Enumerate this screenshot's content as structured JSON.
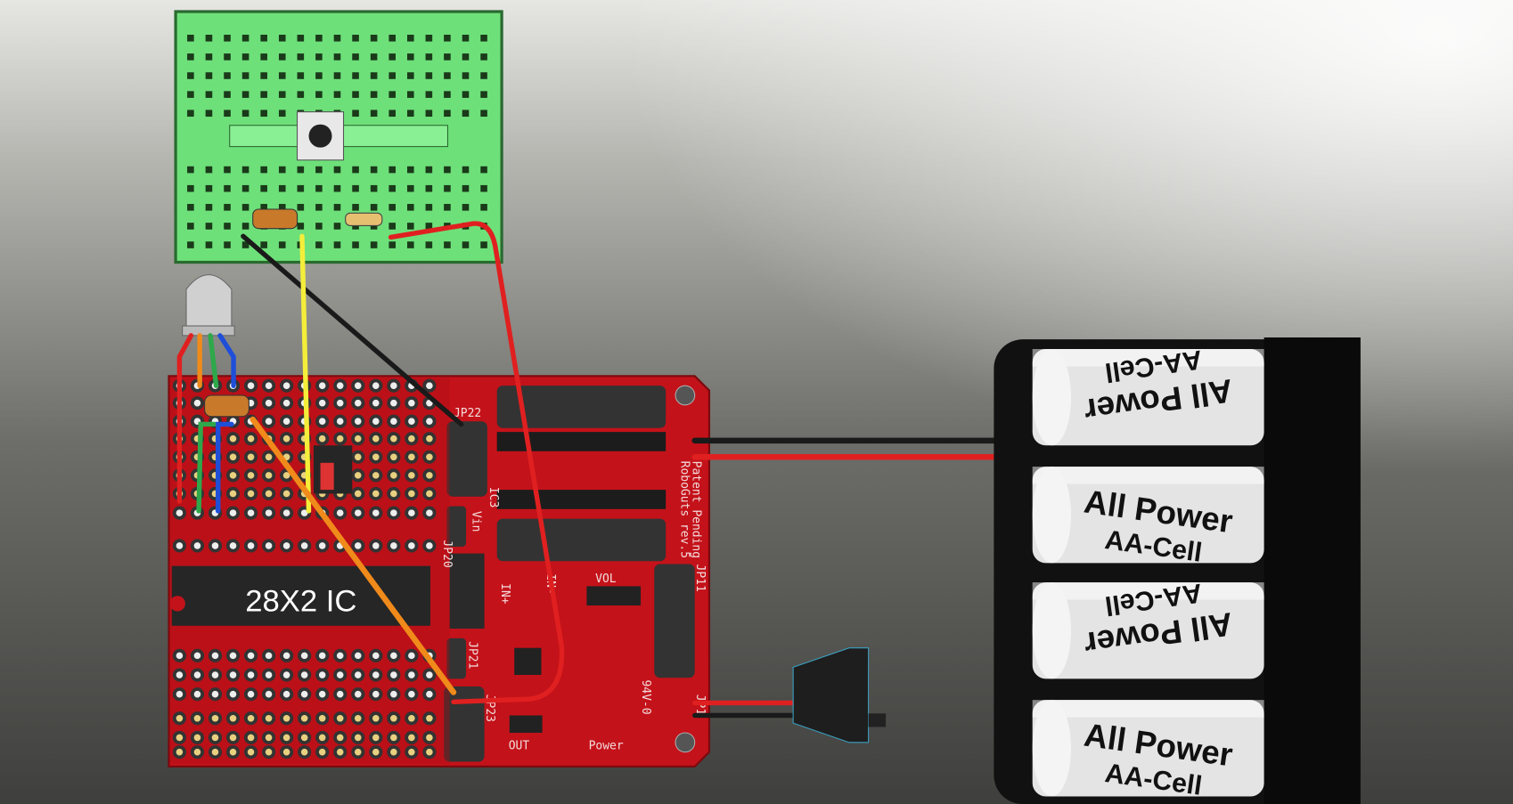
{
  "board": {
    "chip_label": "28X2 IC",
    "labels": {
      "jp22": "JP22",
      "jp20": "JP20",
      "vin": "Vin",
      "ic3": "IC3",
      "jp21": "JP21",
      "jp23": "JP23",
      "jp11": "JP11",
      "jp1": "JP1",
      "vol": "VOL",
      "in_plus": "IN+",
      "in_minus": "IN-",
      "out": "OUT",
      "power": "Power",
      "rev": "RoboGuts rev.5",
      "patent": "Patent Pending",
      "fr": "94V-0"
    }
  },
  "battery": {
    "brand": "All Power",
    "type": "AA-Cell"
  },
  "colors": {
    "pcb": "#c4121a",
    "breadboard": "#6ee07a",
    "wire_red": "#e02020",
    "wire_black": "#1a1a1a",
    "wire_yellow": "#f4ee3a",
    "wire_orange": "#f08a1a",
    "wire_green": "#2ea84a",
    "wire_blue": "#1f4fd8"
  }
}
